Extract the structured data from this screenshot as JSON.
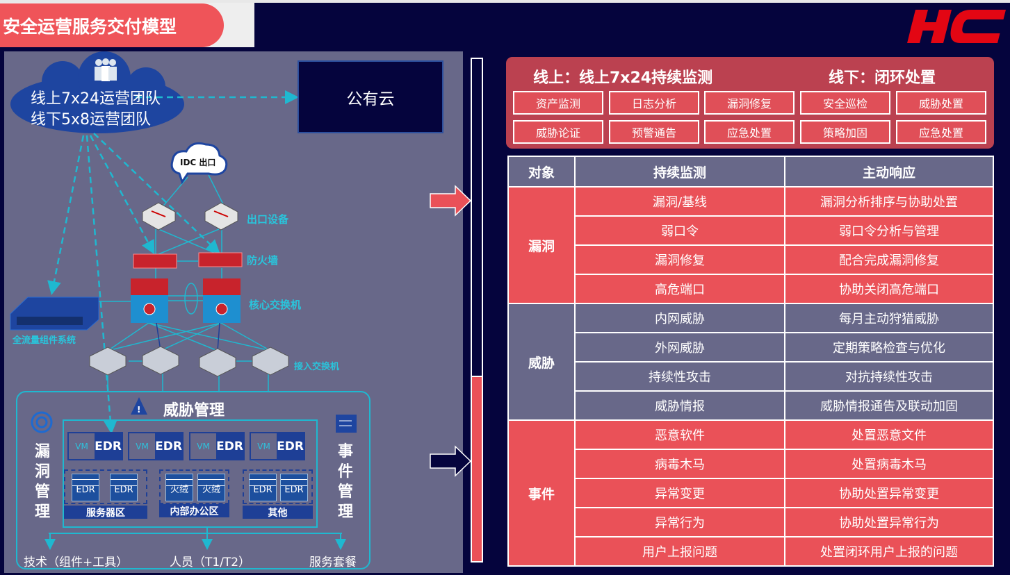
{
  "header": {
    "title": "安全运营服务交付模型",
    "logo_text": "HC"
  },
  "left": {
    "team_lines": [
      "线上7x24运营团队",
      "线下5x8运营团队"
    ],
    "public_cloud": "公有云",
    "idc_label": "IDC 出口",
    "exit_devices": "出口设备",
    "firewall": "防火墙",
    "core_switch": "核心交换机",
    "full_traffic": "全流量组件系统",
    "access_switch": "接入交换机",
    "threat_mgmt": "威胁管理",
    "vuln_mgmt": [
      "漏",
      "洞",
      "管",
      "理"
    ],
    "event_mgmt": [
      "事",
      "件",
      "管",
      "理"
    ],
    "vm_label": "VM",
    "edr_label": "EDR",
    "zones": [
      {
        "label": "服务器区",
        "items": [
          "EDR",
          "EDR"
        ]
      },
      {
        "label": "内部办公区",
        "items": [
          "火绒",
          "火绒"
        ]
      },
      {
        "label": "其他",
        "items": [
          "EDR",
          "EDR"
        ]
      }
    ],
    "outputs": [
      "技术（组件+工具）",
      "人员（T1/T2）",
      "服务套餐"
    ]
  },
  "progress_bar": {
    "red_fraction": 0.37
  },
  "right": {
    "online_title": "线上：线上7x24持续监测",
    "offline_title": "线下：闭环处置",
    "services": [
      [
        "资产监测",
        "日志分析",
        "漏洞修复",
        "安全巡检",
        "威胁处置"
      ],
      [
        "威胁论证",
        "预警通告",
        "应急处置",
        "策略加固",
        "应急处置"
      ]
    ],
    "table": {
      "headers": [
        "对象",
        "持续监测",
        "主动响应"
      ],
      "groups": [
        {
          "object": "漏洞",
          "color": "red",
          "rows": [
            [
              "漏洞/基线",
              "漏洞分析排序与协助处置"
            ],
            [
              "弱口令",
              "弱口令分析与管理"
            ],
            [
              "漏洞修复",
              "配合完成漏洞修复"
            ],
            [
              "高危端口",
              "协助关闭高危端口"
            ]
          ]
        },
        {
          "object": "威胁",
          "color": "gray",
          "rows": [
            [
              "内网威胁",
              "每月主动狩猎威胁"
            ],
            [
              "外网威胁",
              "定期策略检查与优化"
            ],
            [
              "持续性攻击",
              "对抗持续性攻击"
            ],
            [
              "威胁情报",
              "威胁情报通告及联动加固"
            ]
          ]
        },
        {
          "object": "事件",
          "color": "red",
          "rows": [
            [
              "恶意软件",
              "处置恶意文件"
            ],
            [
              "病毒木马",
              "处置病毒木马"
            ],
            [
              "异常变更",
              "协助处置异常变更"
            ],
            [
              "异常行为",
              "协助处置异常行为"
            ],
            [
              "用户上报问题",
              "处置闭环用户上报的问题"
            ]
          ]
        }
      ]
    }
  },
  "colors": {
    "red": "#ea5158",
    "gray": "#686889",
    "navy": "#05043d",
    "cyan": "#29c5dc",
    "blue": "#1e3f96"
  }
}
